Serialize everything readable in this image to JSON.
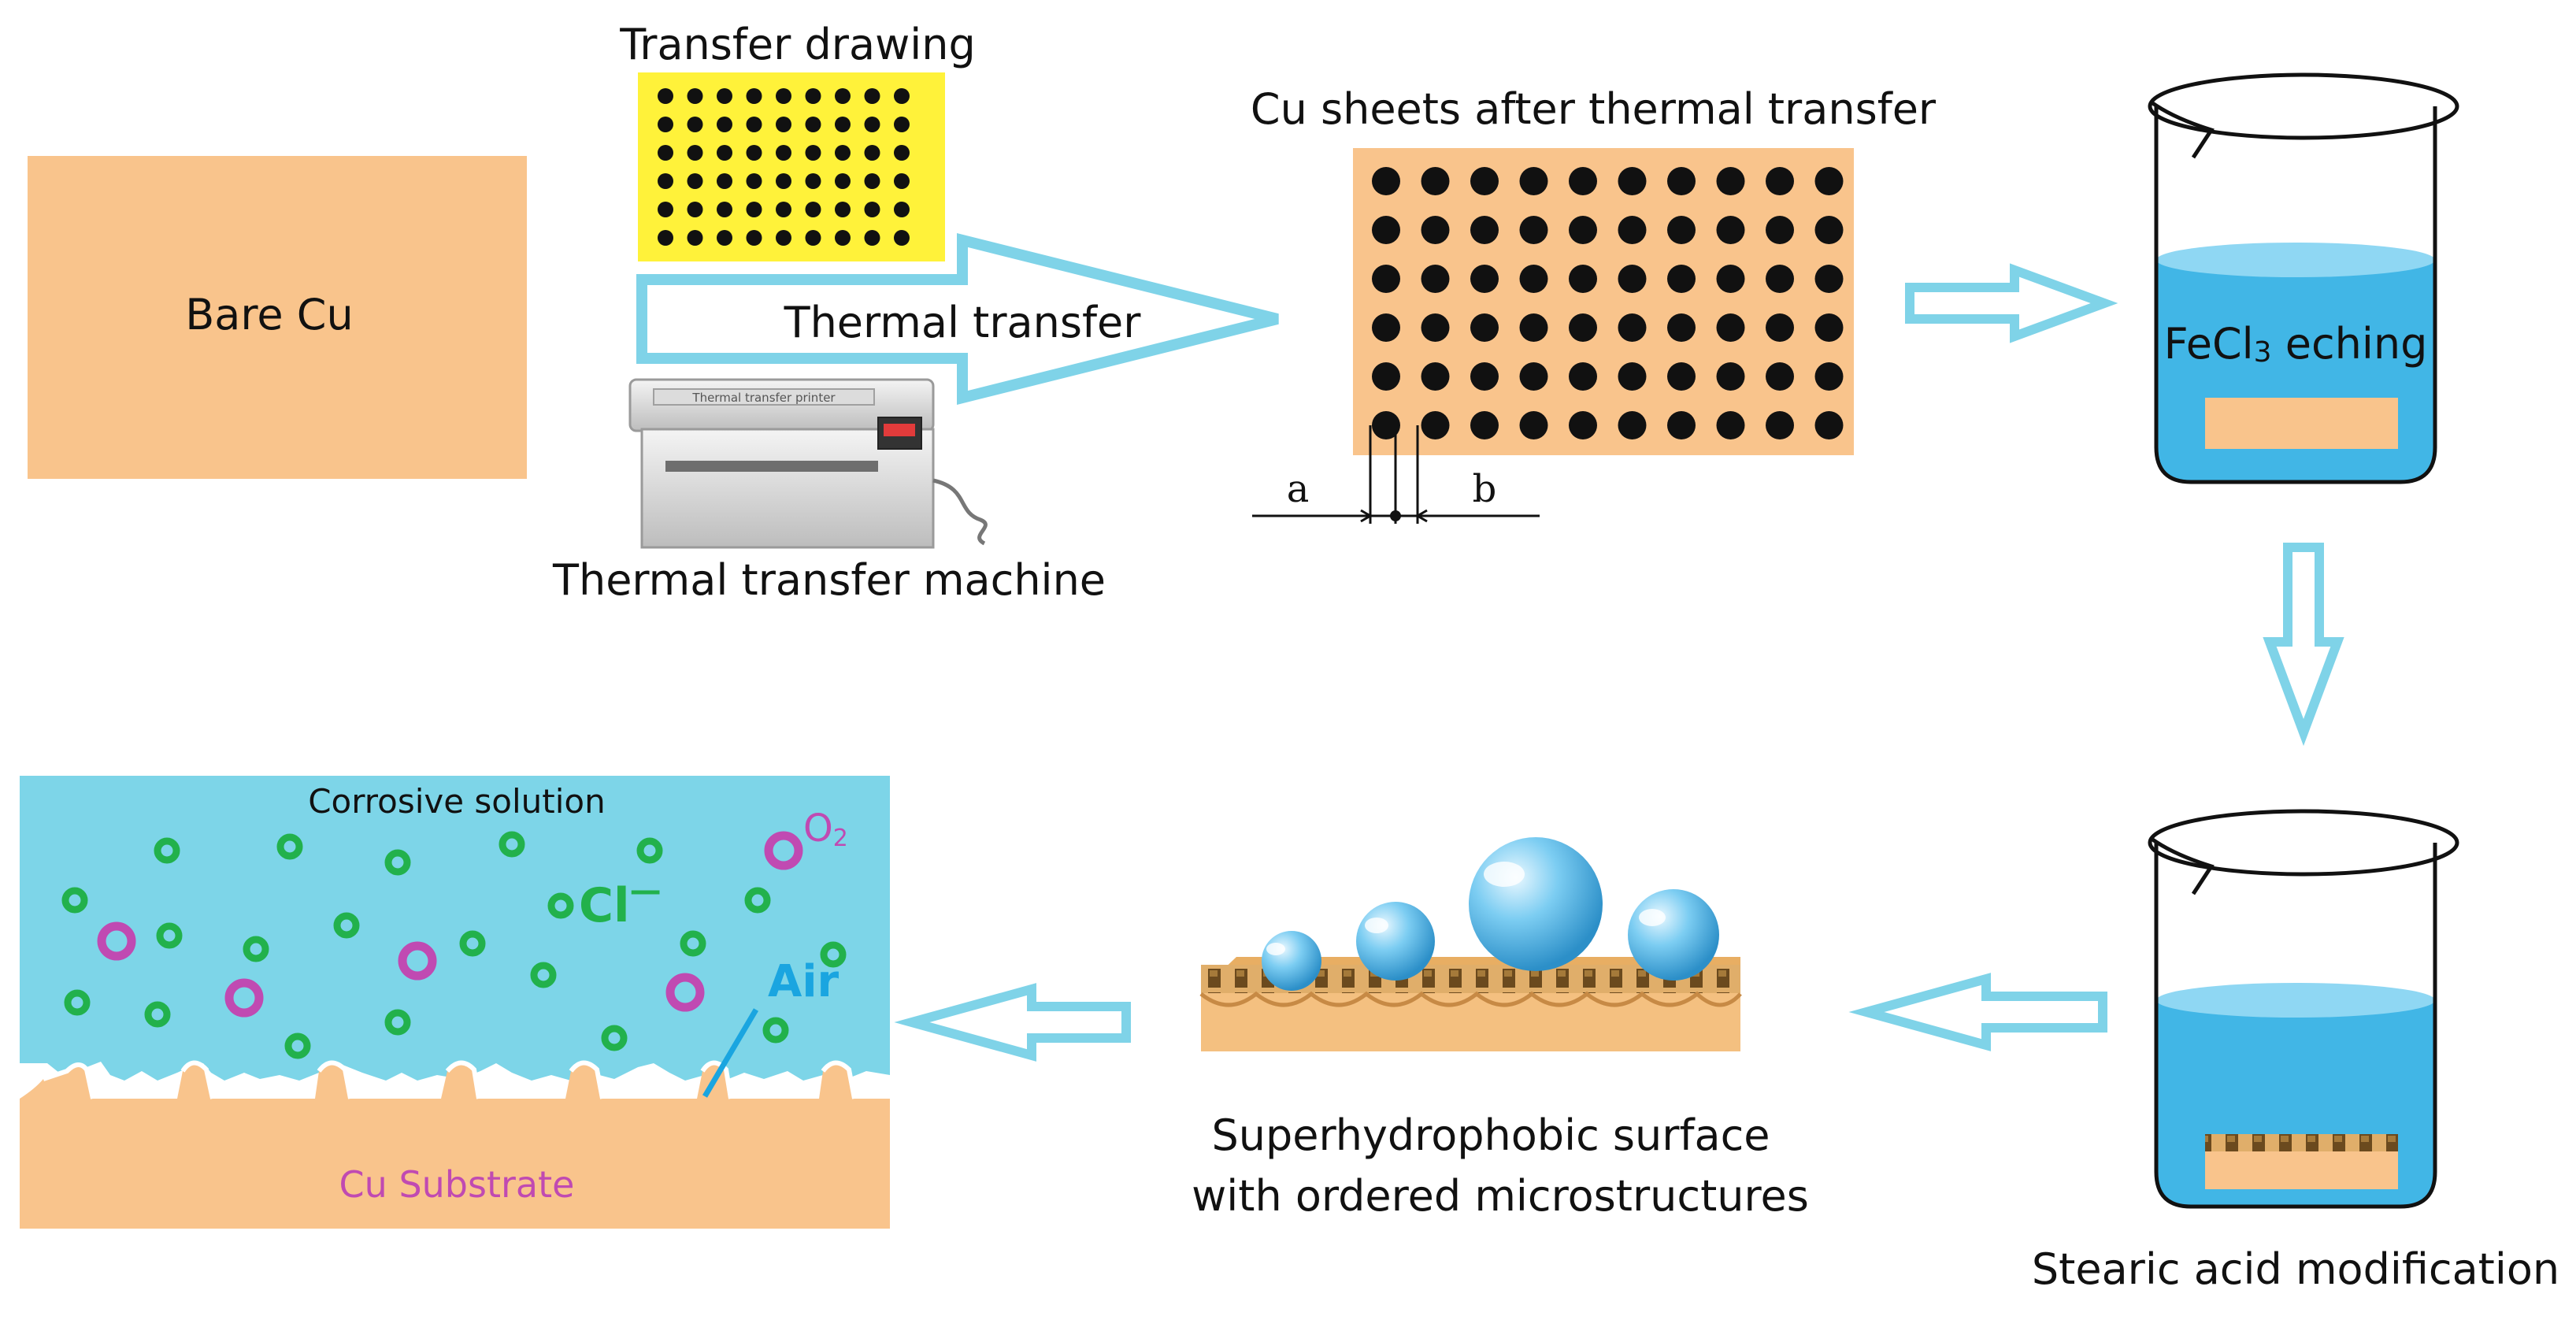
{
  "labels": {
    "bare_cu": "Bare Cu",
    "transfer_drawing": "Transfer drawing",
    "thermal_transfer": "Thermal transfer",
    "thermal_transfer_machine": "Thermal transfer machine",
    "cu_sheets_after": "Cu sheets after thermal transfer",
    "dim_a": "a",
    "dim_b": "b",
    "fecl3_etching_prefix": "FeCl",
    "fecl3_etching_sub": "3",
    "fecl3_etching_suffix": " eching",
    "stearic_acid_modification": "Stearic acid modification",
    "superhydrophobic_line1": "Superhydrophobic surface",
    "superhydrophobic_line2": "with ordered microstructures",
    "corrosive_solution": "Corrosive solution",
    "o2_prefix": "O",
    "o2_sub": "2",
    "cl_minus": "Cl",
    "cl_sup": "—",
    "air": "Air",
    "cu_substrate": "Cu Substrate"
  },
  "machine_panel_text": "Thermal transfer printer",
  "colors": {
    "copper": "#F9C48C",
    "copper_dark": "#E8A85F",
    "transfer_paper": "#FFF23A",
    "dot": "#111111",
    "arrow_cyan": "#7FD3E8",
    "solution": "#7DD5E8",
    "beaker_liquid": "#41B6E6",
    "cl_green": "#22B14C",
    "o2_magenta": "#C04AB2",
    "air_blue": "#1AA5E0",
    "text": "#111111"
  },
  "icons": [
    "arrow-right-icon",
    "arrow-down-icon",
    "arrow-left-icon",
    "beaker-icon",
    "printer-machine-icon",
    "water-droplet-icon"
  ]
}
